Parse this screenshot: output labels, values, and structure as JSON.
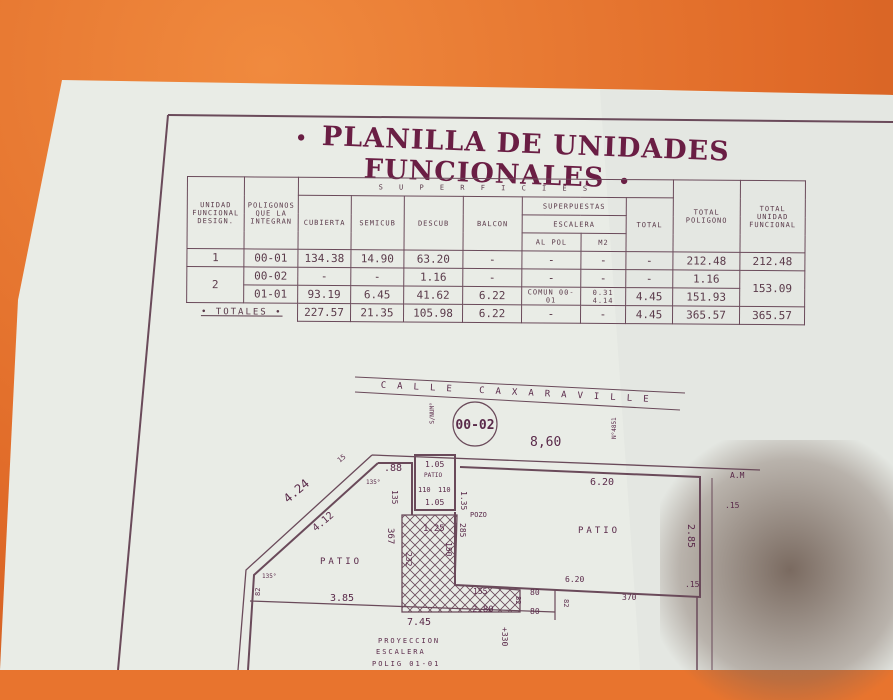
{
  "title": "PLANILLA DE UNIDADES FUNCIONALES",
  "title_bullet": "•",
  "table": {
    "headers": {
      "unidad": "UNIDAD FUNCIONAL DESIGN.",
      "poligonos": "POLIGONOS QUE LA INTEGRAN",
      "superficies": "S U P E R F I C I E S",
      "cubierta": "CUBIERTA",
      "semicub": "SEMICUB",
      "descub": "DESCUB",
      "balcon": "BALCON",
      "superpuestas": "SUPERPUESTAS",
      "escalera": "ESCALERA",
      "al_pol": "AL POL",
      "m2": "M2",
      "total": "TOTAL",
      "total_poligono": "TOTAL POLIGONO",
      "total_unidad": "TOTAL UNIDAD FUNCIONAL"
    },
    "rows": [
      {
        "unidad": "1",
        "poligono": "00-01",
        "cubierta": "134.38",
        "semicub": "14.90",
        "descub": "63.20",
        "balcon": "-",
        "al_pol": "-",
        "m2": "-",
        "total": "-",
        "total_poligono": "212.48",
        "total_unidad": "212.48"
      },
      {
        "unidad": "2",
        "poligono": "00-02",
        "cubierta": "-",
        "semicub": "-",
        "descub": "1.16",
        "balcon": "-",
        "al_pol": "-",
        "m2": "-",
        "total": "-",
        "total_poligono": "1.16",
        "total_unidad": "153.09"
      },
      {
        "poligono": "01-01",
        "cubierta": "93.19",
        "semicub": "6.45",
        "descub": "41.62",
        "balcon": "6.22",
        "al_pol": "COMUN 00-01",
        "m2": "0.31 4.14",
        "total": "4.45",
        "total_poligono": "151.93"
      }
    ],
    "totals": {
      "label": "• TOTALES •",
      "cubierta": "227.57",
      "semicub": "21.35",
      "descub": "105.98",
      "balcon": "6.22",
      "al_pol": "-",
      "m2": "-",
      "total": "4.45",
      "total_poligono": "365.57",
      "total_unidad": "365.57"
    }
  },
  "plan": {
    "street": "CALLE CAXARAVILLE",
    "polygon_tag": "00-02",
    "labels": {
      "d860": "8,60",
      "d424": "4.24",
      "d412": "4.12",
      "d088": ".88",
      "d105a": "1.05",
      "d105b": "1.05",
      "patio_small": "PATIO",
      "d110a": "110",
      "d110b": "110",
      "d135a": "135",
      "d135b": "1.35",
      "pozo": "POZO",
      "d620a": "6.20",
      "d620b": "6.20",
      "d285": "2.85",
      "d285b": "285",
      "d367": "367",
      "d125": "1.25",
      "d232": "232",
      "d150": "150",
      "d155": "155",
      "d385": "3.85",
      "d745": "7.45",
      "d280": "2.80",
      "d080a": "80",
      "d080b": "80",
      "d082": "82",
      "d082b": "82",
      "d370": "370",
      "d015": ".15",
      "d015b": ".15",
      "d015c": "15",
      "d330": "+330",
      "angle1": "135°",
      "angle2": "135°",
      "d082c": "82",
      "patio_left": "PATIO",
      "patio_right": "PATIO",
      "am": "A.M",
      "sinum": "S/NUM°",
      "n4851": "N°4851",
      "proyeccion": "PROYECCION",
      "escalera": "ESCALERA",
      "polig": "POLIG 01-01"
    }
  },
  "colors": {
    "background": "#e8742e",
    "paper": "#ecefe9",
    "ink": "#5a2a4a"
  }
}
